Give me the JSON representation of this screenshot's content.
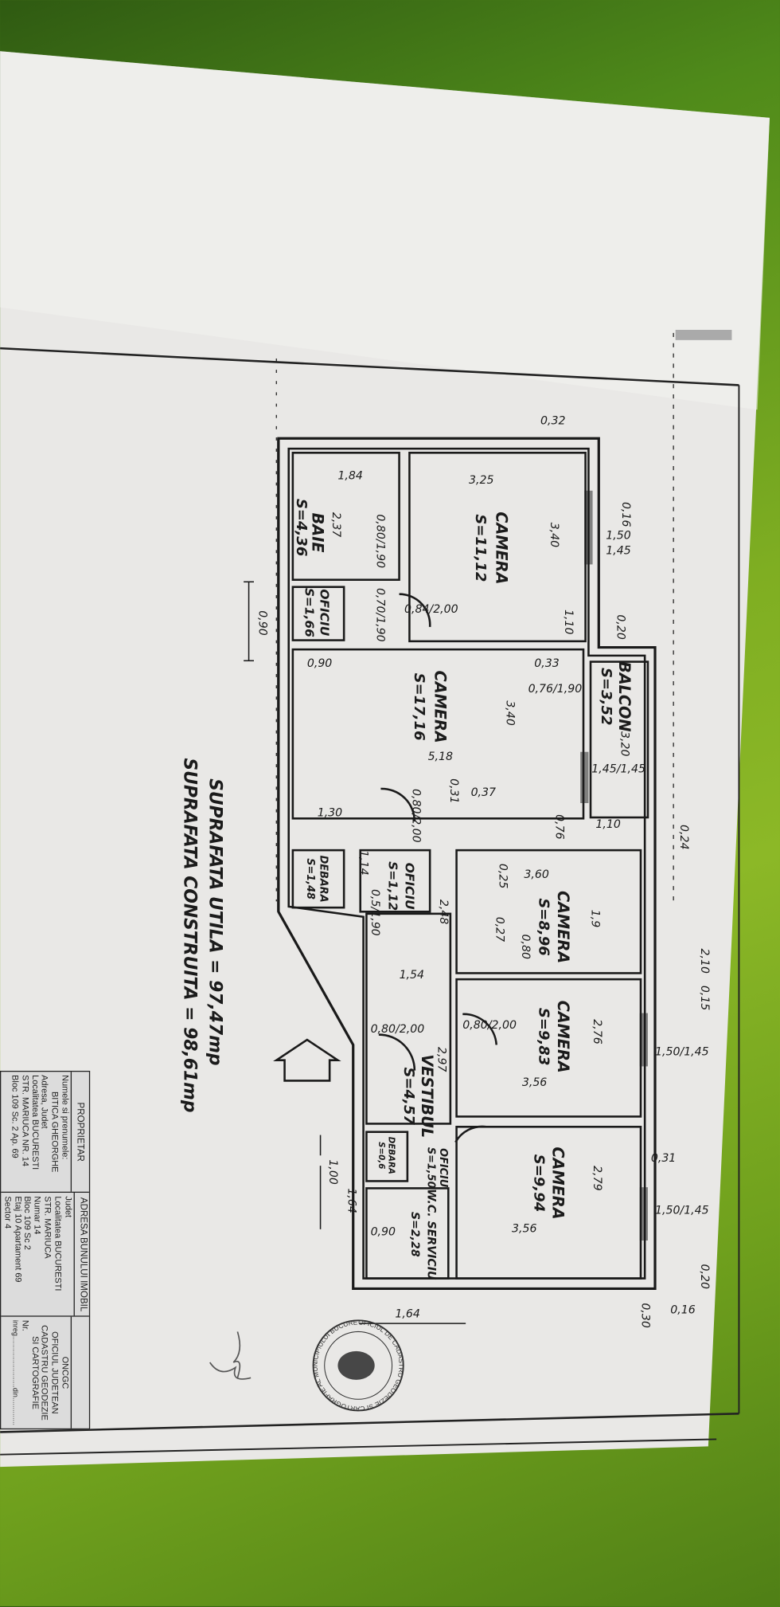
{
  "plan": {
    "rooms": [
      {
        "name": "BAIE",
        "area": "S=4,36"
      },
      {
        "name": "OFICIU",
        "area": "S=1,66"
      },
      {
        "name": "CAMERA",
        "area": "S=11,12"
      },
      {
        "name": "CAMERA",
        "area": "S=17,16"
      },
      {
        "name": "BALCON",
        "area": "S=3,52"
      },
      {
        "name": "DEBARA",
        "area": "S=1,48"
      },
      {
        "name": "OFICIU",
        "area": "S=1,12"
      },
      {
        "name": "CAMERA",
        "area": "S=8,96"
      },
      {
        "name": "VESTIBUL",
        "area": "S=4,57"
      },
      {
        "name": "CAMERA",
        "area": "S=9,83"
      },
      {
        "name": "CAMERA",
        "area": "S=9,94"
      },
      {
        "name": "OFICIU",
        "area": "S=1,50"
      },
      {
        "name": "DEBARA",
        "area": "S=0,6"
      },
      {
        "name": "W.C. SERVICIU",
        "area": "S=2,28"
      }
    ],
    "dimensions": [
      "0,32",
      "1,84",
      "3,25",
      "0,16",
      "2,37",
      "3,40",
      "1,50",
      "1,45",
      "0,80/1,90",
      "1,10",
      "0,84/2,00",
      "0,70/1,90",
      "0,90",
      "0,20",
      "0,90",
      "0,33",
      "0,76/1,90",
      "3,40",
      "3,20",
      "5,18",
      "1,45/1,45",
      "0,31",
      "0,37",
      "1,30",
      "0,80/2,00",
      "0,76",
      "1,10",
      "0,24",
      "3,60",
      "0,25",
      "1,14",
      "0,5/1,90",
      "2,48",
      "0,27",
      "0,80",
      "1,9",
      "1,54",
      "2,10",
      "0,15",
      "0,80/2,00",
      "2,97",
      "2,76",
      "3,56",
      "1,50/1,45",
      "0,80/2,00",
      "0,31",
      "2,79",
      "3,56",
      "1,50/1,45",
      "0,20",
      "0,30",
      "0,16",
      "1,00",
      "1,64",
      "1,64",
      "0,90"
    ],
    "totals": {
      "useful": "SUPRAFATA UTILA = 97,47mp",
      "built": "SUPRAFATA CONSTRUITA = 98,61mp"
    }
  },
  "stamp_text": "OFICIUL DE CADASTRU GEODEZIE SI CARTOGRAFIE AL MUNICIPIULUI BUCURESTI",
  "table": {
    "owner": {
      "header": "PROPRIETAR",
      "lines": [
        "Numele si prenumele:",
        "BITICA GHEORGHE",
        "Adresa, Judet",
        "Localitatea BUCURESTI",
        "STR. MARIUCA NR. 14",
        "Bloc 109 Sc. 2 Ap. 69"
      ]
    },
    "address": {
      "header": "ADRESA BUNULUI IMOBIL",
      "lines": [
        "Judet",
        "Localitatea BUCURESTI",
        "STR. MARIUCA",
        "Numar 14",
        "Bloc 109 Sc 2",
        "Etaj 10 Apartament 69",
        "Sector 4"
      ]
    },
    "office": {
      "header": "",
      "lines": [
        "ONCGC",
        "OFICIUL JUDETEAN",
        "CADASTRU GEODEZIE",
        "SI CARTOGRAFIE",
        "Nr.",
        "inreg..........................din.............."
      ]
    }
  }
}
